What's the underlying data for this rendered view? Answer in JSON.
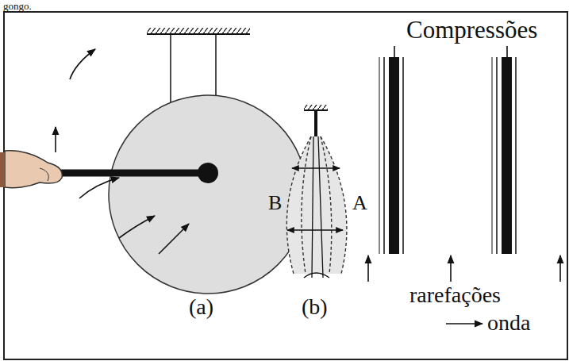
{
  "diagram": {
    "labels": [
      "gongo.",
      "Compressões",
      "(a)",
      "(b)",
      "B",
      "A",
      "rarefações",
      "onda"
    ]
  }
}
